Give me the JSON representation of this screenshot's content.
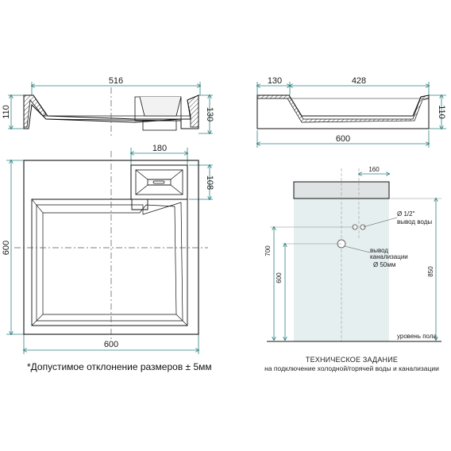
{
  "front_view": {
    "width_label": "516",
    "height_label": "110",
    "depth_label": "130"
  },
  "side_view": {
    "left_label": "130",
    "right_label": "428",
    "height_label": "110",
    "total_label": "600"
  },
  "top_view": {
    "width_label": "600",
    "height_label": "600",
    "drain_width_label": "180",
    "drain_depth_label": "108"
  },
  "tech_spec": {
    "offset_label": "160",
    "water_pipe_label": "Ø 1/2\"",
    "water_outlet_label": "вывод воды",
    "drain_label_line1": "вывод",
    "drain_label_line2": "канализации",
    "drain_diameter_label": "Ø 50мм",
    "height_700": "700",
    "height_600": "600",
    "height_850": "850",
    "floor_label": "уровень пола",
    "title": "ТЕХНИЧЕСКОЕ ЗАДАНИЕ",
    "subtitle": "на подключение холодной/горячей воды и канализации"
  },
  "tolerance_note": "*Допустимое отклонение размеров ± 5мм",
  "colors": {
    "dimension_line": "#2d7f7f",
    "outline": "#111111",
    "wall_shade": "#e6efef"
  }
}
